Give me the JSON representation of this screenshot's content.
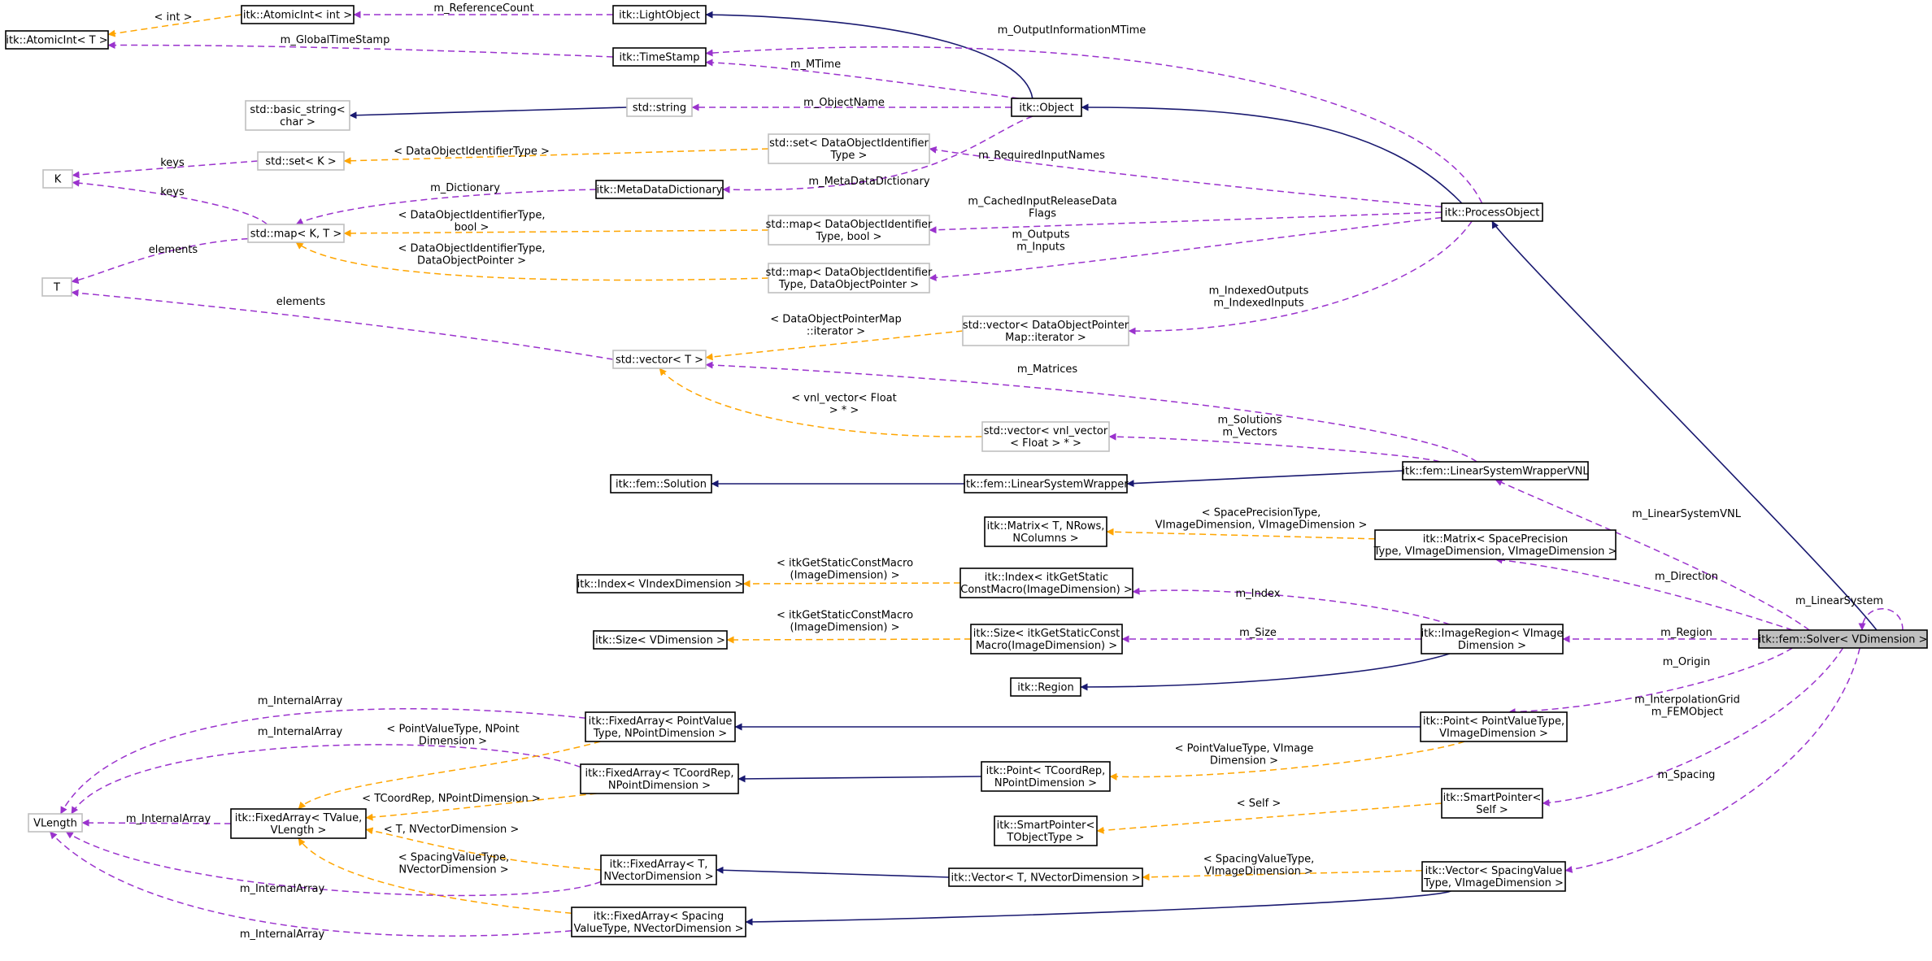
{
  "colors": {
    "inheritance": "#191970",
    "usage": "#9a32cd",
    "template": "#ffa500",
    "focus_fill": "#bfbfbf",
    "undocumented_border": "#bfbfbf"
  },
  "nodes": {
    "atomicint_T": [
      "itk::AtomicInt< T >"
    ],
    "atomicint_int": [
      "itk::AtomicInt< int >"
    ],
    "lightobject": [
      "itk::LightObject"
    ],
    "timestamp": [
      "itk::TimeStamp"
    ],
    "basic_string": [
      "std::basic_string<",
      "char >"
    ],
    "std_string": [
      "std::string"
    ],
    "itk_object": [
      "itk::Object"
    ],
    "K": [
      "K"
    ],
    "std_set_K": [
      "std::set< K >"
    ],
    "std_set_doit": [
      "std::set< DataObjectIdentifier",
      "Type >"
    ],
    "metadatadict": [
      "itk::MetaDataDictionary"
    ],
    "std_map_KT": [
      "std::map< K, T >"
    ],
    "std_map_bool": [
      "std::map< DataObjectIdentifier",
      "Type, bool >"
    ],
    "std_map_dop": [
      "std::map< DataObjectIdentifier",
      "Type, DataObjectPointer >"
    ],
    "processobject": [
      "itk::ProcessObject"
    ],
    "T": [
      "T"
    ],
    "std_vector_T": [
      "std::vector< T >"
    ],
    "std_vector_iter": [
      "std::vector< DataObjectPointer",
      "Map::iterator >"
    ],
    "std_vector_vnl": [
      "std::vector< vnl_vector",
      "< Float > * >"
    ],
    "fem_solution": [
      "itk::fem::Solution"
    ],
    "fem_lsw": [
      "itk::fem::LinearSystemWrapper"
    ],
    "fem_lswvnl": [
      "itk::fem::LinearSystemWrapperVNL"
    ],
    "matrix_T": [
      "itk::Matrix< T, NRows,",
      "NColumns >"
    ],
    "matrix_space": [
      "itk::Matrix< SpacePrecision",
      "Type, VImageDimension, VImageDimension >"
    ],
    "index_V": [
      "itk::Index< VIndexDimension >"
    ],
    "index_itk": [
      "itk::Index< itkGetStatic",
      "ConstMacro(ImageDimension) >"
    ],
    "size_V": [
      "itk::Size< VDimension >"
    ],
    "size_itk": [
      "itk::Size< itkGetStaticConst",
      "Macro(ImageDimension) >"
    ],
    "imageregion": [
      "itk::ImageRegion< VImage",
      "Dimension >"
    ],
    "solver": [
      "itk::fem::Solver< VDimension >"
    ],
    "region": [
      "itk::Region"
    ],
    "fa_pointvalue": [
      "itk::FixedArray< PointValue",
      "Type, NPointDimension >"
    ],
    "point_pvt": [
      "itk::Point< PointValueType,",
      "VImageDimension >"
    ],
    "vlength": [
      "VLength"
    ],
    "fa_tvalue": [
      "itk::FixedArray< TValue,",
      "VLength >"
    ],
    "fa_tcoord": [
      "itk::FixedArray< TCoordRep,",
      "NPointDimension >"
    ],
    "point_tcoord": [
      "itk::Point< TCoordRep,",
      "NPointDimension >"
    ],
    "smartpointer_self": [
      "itk::SmartPointer<",
      "Self >"
    ],
    "smartpointer_T": [
      "itk::SmartPointer<",
      "TObjectType >"
    ],
    "fa_T_nvec": [
      "itk::FixedArray< T,",
      "NVectorDimension >"
    ],
    "vector_T": [
      "itk::Vector< T, NVectorDimension >"
    ],
    "vector_spacing": [
      "itk::Vector< SpacingValue",
      "Type, VImageDimension >"
    ],
    "fa_spacing": [
      "itk::FixedArray< Spacing",
      "ValueType, NVectorDimension >"
    ]
  },
  "edge_labels": {
    "int": [
      "< int >"
    ],
    "refcount": [
      "m_ReferenceCount"
    ],
    "globaltime": [
      "m_GlobalTimeStamp"
    ],
    "outinfo": [
      "m_OutputInformationMTime"
    ],
    "mtime": [
      "m_MTime"
    ],
    "objname": [
      "m_ObjectName"
    ],
    "keys1": [
      "keys"
    ],
    "doit": [
      "< DataObjectIdentifierType >"
    ],
    "reqnames": [
      "m_RequiredInputNames"
    ],
    "keys2": [
      "keys"
    ],
    "dictionary": [
      "m_Dictionary"
    ],
    "metadict": [
      "m_MetaDataDictionary"
    ],
    "doit_bool": [
      "< DataObjectIdentifierType,",
      "bool >"
    ],
    "cached": [
      "m_CachedInputReleaseData",
      "Flags"
    ],
    "elements1": [
      "elements"
    ],
    "doit_dop": [
      "< DataObjectIdentifierType,",
      "DataObjectPointer >"
    ],
    "outputs": [
      "m_Outputs",
      "m_Inputs"
    ],
    "elements2": [
      "elements"
    ],
    "dopmap": [
      "< DataObjectPointerMap",
      "::iterator >"
    ],
    "indexed": [
      "m_IndexedOutputs",
      "m_IndexedInputs"
    ],
    "matrices": [
      "m_Matrices"
    ],
    "vnl": [
      "< vnl_vector< Float",
      "> * >"
    ],
    "solutions": [
      "m_Solutions",
      "m_Vectors"
    ],
    "lsvnl": [
      "m_LinearSystemVNL"
    ],
    "space_prec": [
      "< SpacePrecisionType,",
      "VImageDimension, VImageDimension >"
    ],
    "direction": [
      "m_Direction"
    ],
    "linsys": [
      "m_LinearSystem"
    ],
    "gsc1": [
      "< itkGetStaticConstMacro",
      "(ImageDimension) >"
    ],
    "m_index": [
      "m_Index"
    ],
    "gsc2": [
      "< itkGetStaticConstMacro",
      "(ImageDimension) >"
    ],
    "m_size": [
      "m_Size"
    ],
    "m_region": [
      "m_Region"
    ],
    "m_origin": [
      "m_Origin"
    ],
    "ia1": [
      "m_InternalArray"
    ],
    "ia2": [
      "m_InternalArray"
    ],
    "pvt_npd": [
      "< PointValueType, NPoint",
      "Dimension >"
    ],
    "interp": [
      "m_InterpolationGrid",
      "m_FEMObject"
    ],
    "ia3": [
      "m_InternalArray"
    ],
    "tcoord_npd": [
      "< TCoordRep, NPointDimension >"
    ],
    "pvt_vid": [
      "< PointValueType, VImage",
      "Dimension >"
    ],
    "self": [
      "< Self >"
    ],
    "spacing": [
      "m_Spacing"
    ],
    "t_nvd": [
      "< T, NVectorDimension >"
    ],
    "svt_vid": [
      "< SpacingValueType,",
      "VImageDimension >"
    ],
    "svt_nvd": [
      "< SpacingValueType,",
      "NVectorDimension >"
    ],
    "ia4": [
      "m_InternalArray"
    ],
    "ia5": [
      "m_InternalArray"
    ]
  }
}
